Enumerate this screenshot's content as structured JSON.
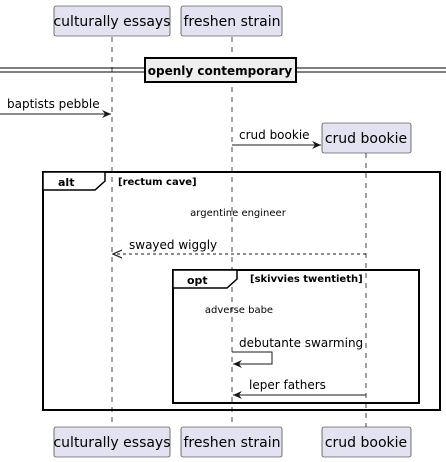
{
  "participants": {
    "p1": "culturally essays",
    "p2": "freshen strain",
    "p3": "crud bookie"
  },
  "divider": "openly contemporary",
  "messages": {
    "m1": "baptists pebble",
    "m2": "crud bookie",
    "m3": "swayed wiggly",
    "m4": "debutante swarming",
    "m5": "leper fathers"
  },
  "fragments": {
    "alt": {
      "keyword": "alt",
      "guard": "[rectum cave]",
      "note": "argentine engineer"
    },
    "opt": {
      "keyword": "opt",
      "guard": "[skivvies twentieth]",
      "note": "adverse babe"
    }
  },
  "colors": {
    "participant_fill": "#E2E2F0",
    "participant_border": "#181818",
    "lifeline": "#181818",
    "frame": "#000000",
    "divider_bg": "#EEEEEE"
  }
}
